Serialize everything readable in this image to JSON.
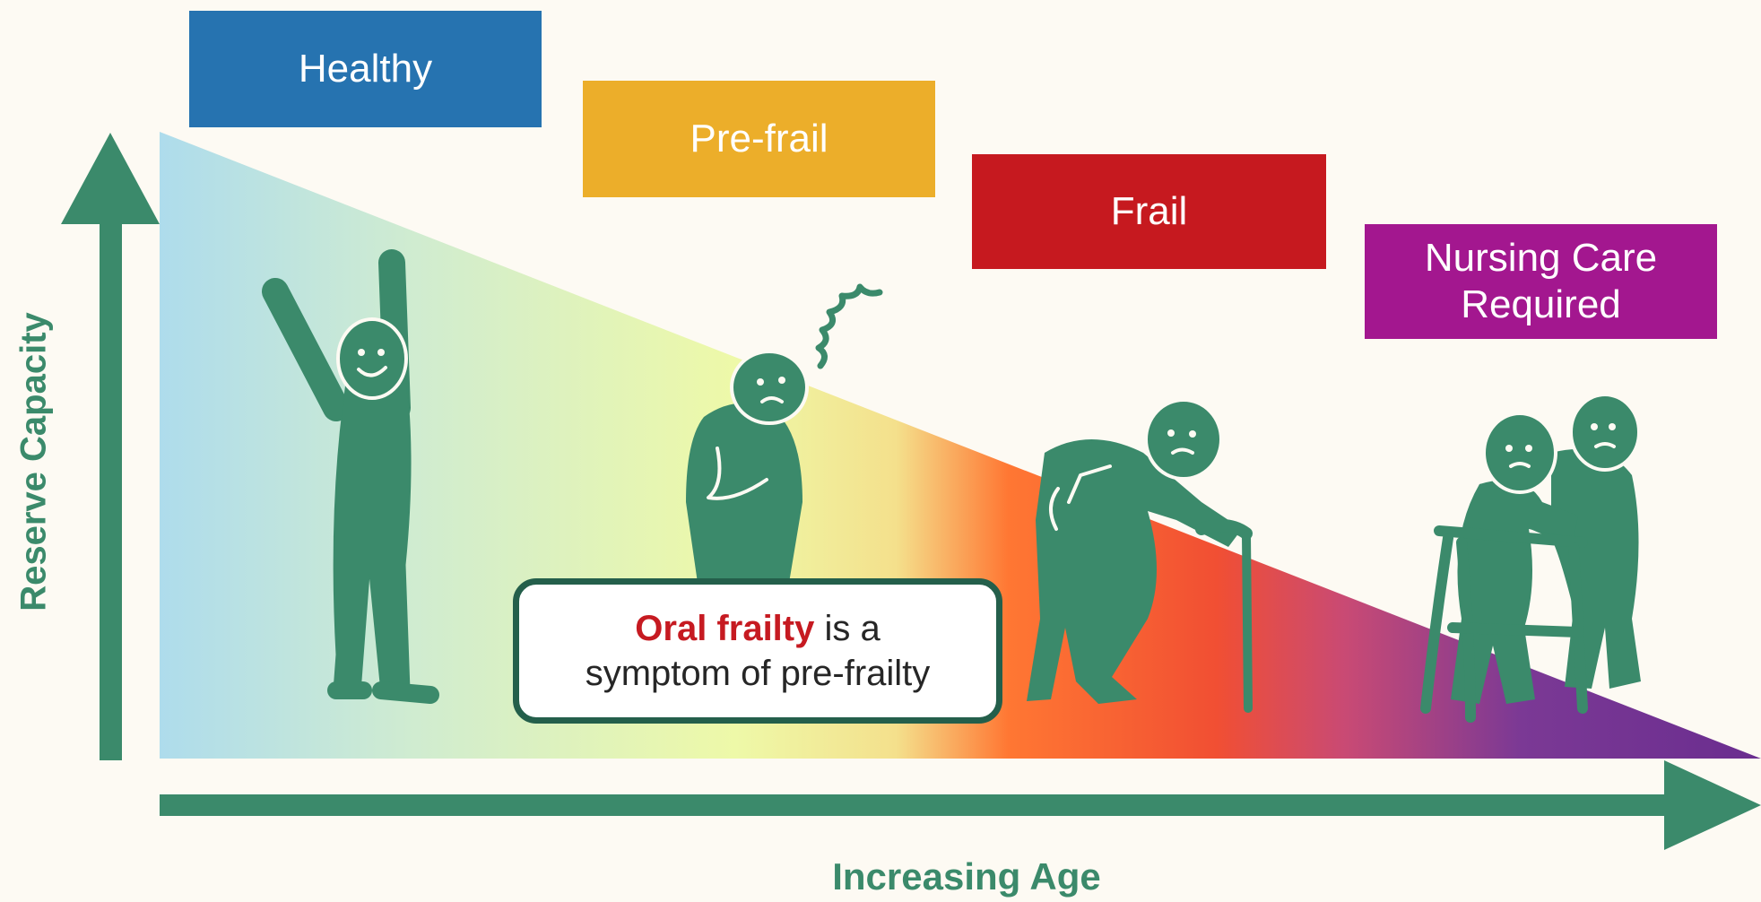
{
  "colors": {
    "background": "#fdfaf3",
    "figure_green": "#3b8a6b",
    "axis_green": "#3b8a6b",
    "callout_border": "#245f4b",
    "highlight_red": "#c61a21",
    "gradient": [
      "#aedcec",
      "#d0ecd0",
      "#eef9a8",
      "#f4e08c",
      "#ff7733",
      "#f14f33",
      "#c94a74",
      "#7b3995",
      "#6a2d8f"
    ]
  },
  "stages": [
    {
      "key": "healthy",
      "label": "Healthy",
      "color": "#2673b0"
    },
    {
      "key": "prefrail",
      "label": "Pre-frail",
      "color": "#ecae2a"
    },
    {
      "key": "frail",
      "label": "Frail",
      "color": "#c6191f"
    },
    {
      "key": "nursing",
      "label": "Nursing Care\nRequired",
      "color": "#a3178f"
    }
  ],
  "axes": {
    "y_label": "Reserve Capacity",
    "x_label": "Increasing Age"
  },
  "callout": {
    "highlight": "Oral frailty",
    "line1_rest": " is a",
    "line2": "symptom of pre-frailty"
  },
  "figures": [
    {
      "key": "healthy-person",
      "icon": "cheering-person-icon"
    },
    {
      "key": "prefrail-person",
      "icon": "worried-person-icon"
    },
    {
      "key": "frail-person",
      "icon": "person-with-cane-icon"
    },
    {
      "key": "nursing-people",
      "icon": "walker-with-caregiver-icon"
    }
  ]
}
